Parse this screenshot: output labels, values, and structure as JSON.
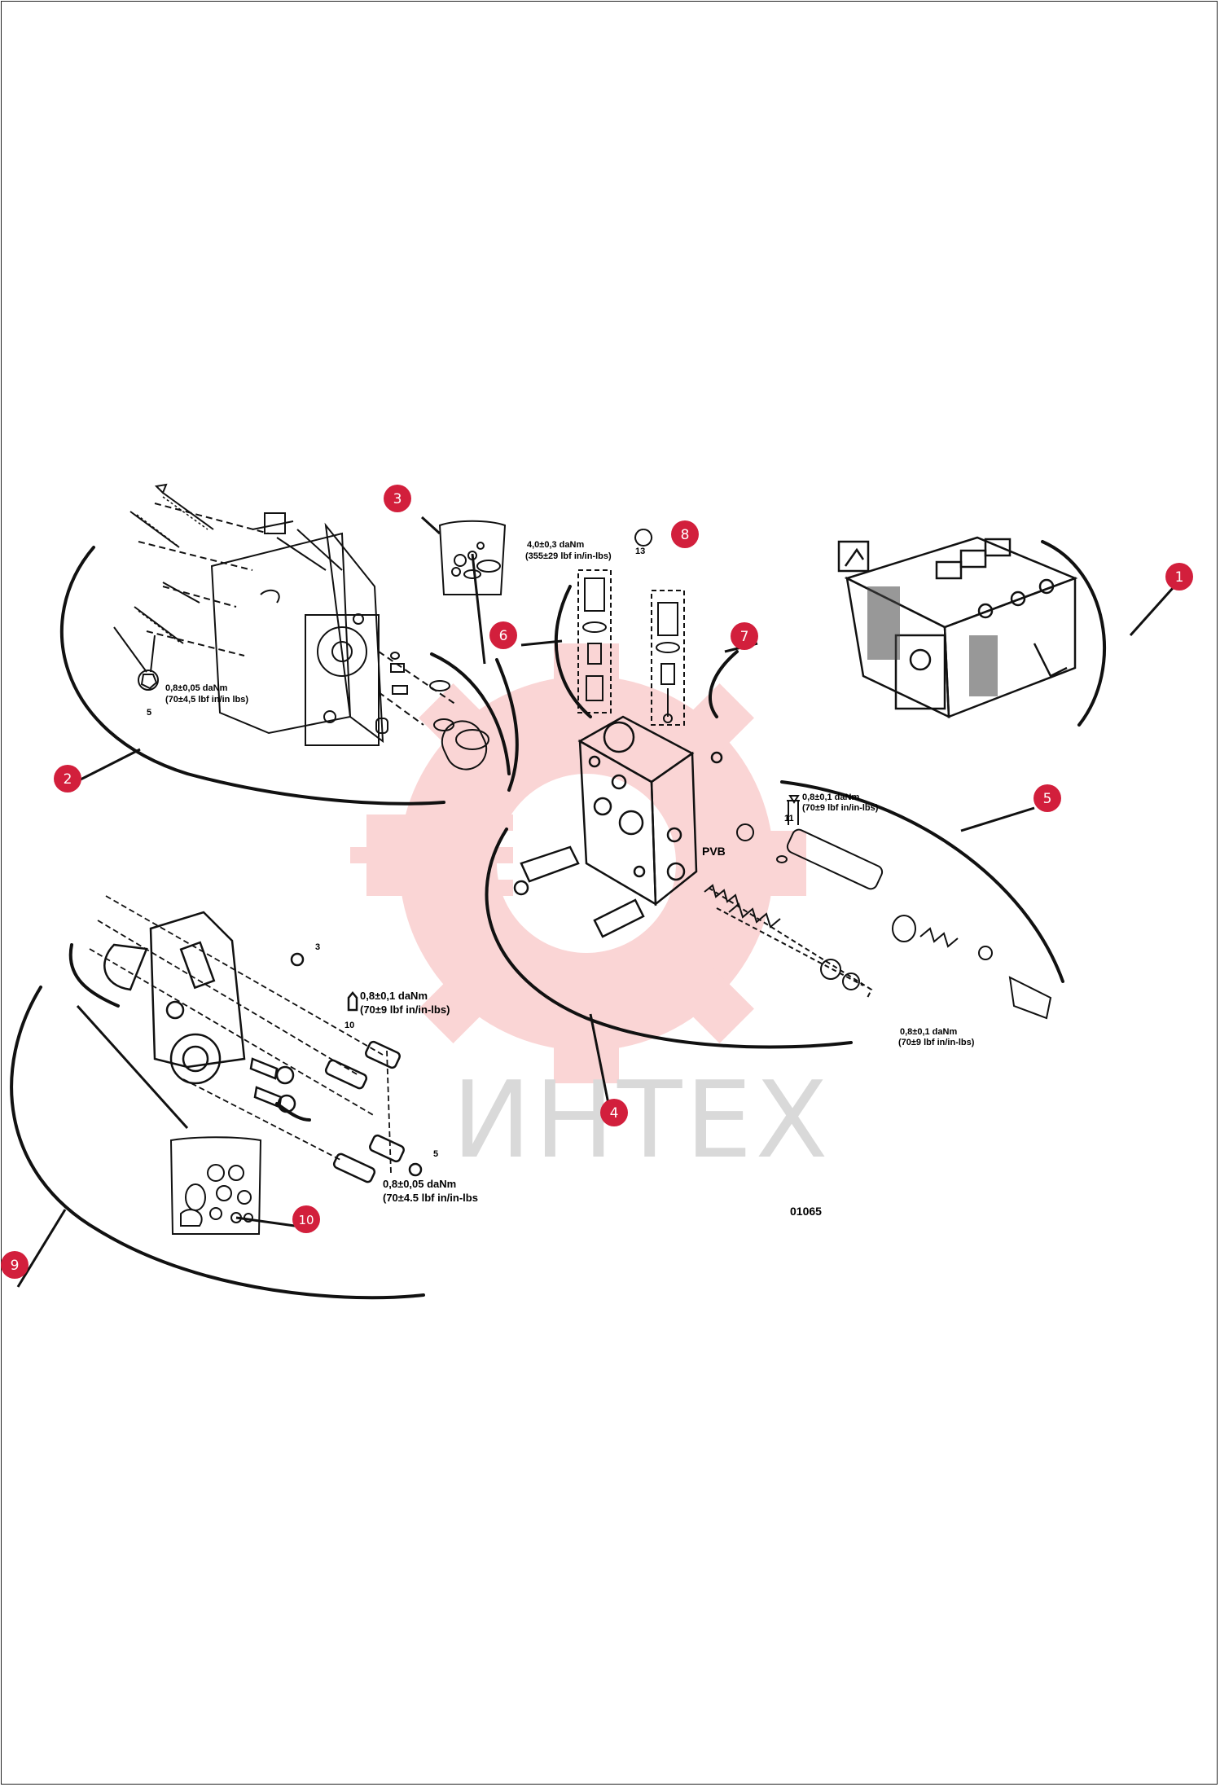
{
  "watermark": {
    "text": "ИНТЕХ",
    "color": "#f9c7c7"
  },
  "figure_code": "01065",
  "part_label_pvb": "PVB",
  "torque_notes": [
    {
      "id": "t1a",
      "text": "0,8±0,05 daNm"
    },
    {
      "id": "t1b",
      "text": "(70±4,5 lbf in/in lbs)"
    },
    {
      "id": "t2a",
      "text": "4,0±0,3 daNm"
    },
    {
      "id": "t2b",
      "text": "(355±29 lbf in/in-lbs)"
    },
    {
      "id": "t3a",
      "text": "0,8±0,1 daNm"
    },
    {
      "id": "t3b",
      "text": "(70±9 lbf in/in-lbs)"
    },
    {
      "id": "t4a",
      "text": "0,8±0,1 daNm"
    },
    {
      "id": "t4b",
      "text": "(70±9 lbf in/in-lbs)"
    },
    {
      "id": "t5a",
      "text": "0,8±0,1 daNm"
    },
    {
      "id": "t5b",
      "text": "(70±9 lbf in/in-lbs)"
    },
    {
      "id": "t6a",
      "text": "0,8±0,05 daNm"
    },
    {
      "id": "t6b",
      "text": "(70±4.5 lbf in/in-lbs"
    }
  ],
  "wrench_sizes": [
    {
      "id": "w5a",
      "text": "5"
    },
    {
      "id": "w13",
      "text": "13"
    },
    {
      "id": "w11",
      "text": "11"
    },
    {
      "id": "w3",
      "text": "3"
    },
    {
      "id": "w10",
      "text": "10"
    },
    {
      "id": "w5b",
      "text": "5"
    }
  ],
  "callouts": [
    {
      "id": "c1",
      "text": "1"
    },
    {
      "id": "c2",
      "text": "2"
    },
    {
      "id": "c3",
      "text": "3"
    },
    {
      "id": "c4",
      "text": "4"
    },
    {
      "id": "c5",
      "text": "5"
    },
    {
      "id": "c6",
      "text": "6"
    },
    {
      "id": "c7",
      "text": "7"
    },
    {
      "id": "c8",
      "text": "8"
    },
    {
      "id": "c9",
      "text": "9"
    },
    {
      "id": "c10",
      "text": "10"
    }
  ],
  "colors": {
    "callout": "#d21f3c",
    "line": "#111111"
  }
}
